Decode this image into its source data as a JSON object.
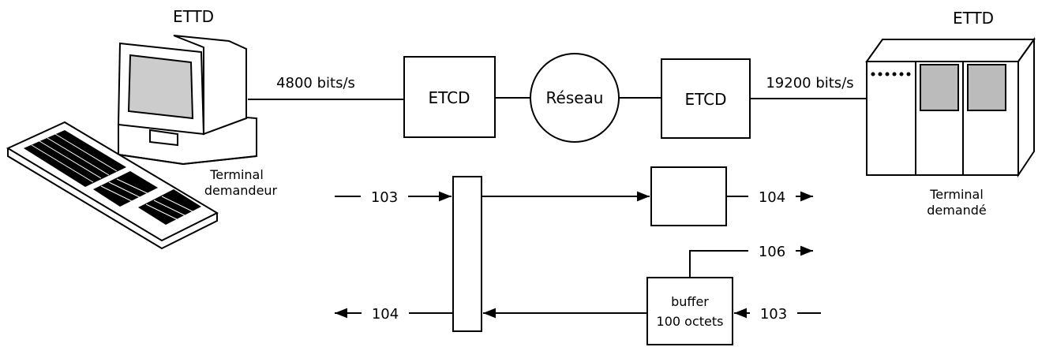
{
  "left_terminal": {
    "type_label": "ETTD",
    "caption_line1": "Terminal",
    "caption_line2": "demandeur",
    "speed": "4800 bits/s"
  },
  "right_terminal": {
    "type_label": "ETTD",
    "caption_line1": "Terminal",
    "caption_line2": "demandé",
    "speed": "19200 bits/s"
  },
  "modem_left": {
    "label": "ETCD"
  },
  "network": {
    "label": "Réseau"
  },
  "modem_right": {
    "label": "ETCD"
  },
  "signals": {
    "in_top_left": "103",
    "out_top_right": "104",
    "out_mid_right": "106",
    "in_bottom_right": "103",
    "out_bottom_left": "104"
  },
  "buffer": {
    "line1": "buffer",
    "line2": "100 octets"
  }
}
